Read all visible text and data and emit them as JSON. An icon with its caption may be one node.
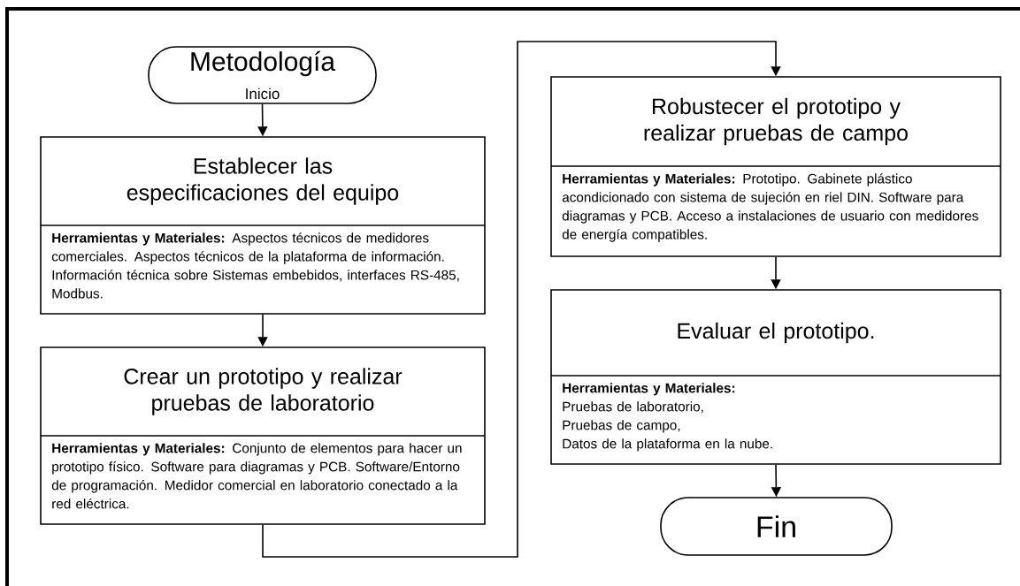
{
  "diagram": {
    "nodes": [
      {
        "text": [
          "Metodología",
          "Inicio"
        ]
      },
      {
        "text": [
          "Establecer las especificaciones del equipo",
          "**Herramientas y Materiales:**  Aspectos técnicos de medidores comerciales. Aspectos técnicos de la plataforma de información. Información técnica sobre Sistemas embebidos, interfaces RS-485, Modbus."
        ]
      },
      {
        "text": [
          "Crear un prototipo y realizar pruebas de laboratorio",
          "**Herramientas y Materiales:** Conjunto de elementos para hacer un prototipo físico. Software para diagramas y PCB. Software/Entorno de programación. Medidor comercial en laboratorio conectado a la red eléctrica."
        ]
      },
      {
        "text": [
          "Robustecer el prototipo y realizar pruebas de campo",
          "**Herramientas y Materiales:** Prototipo. Gabinete plástico acondicionado con sistema de sujeción en riel DIN. Software para diagramas y PCB. Acceso a instalaciones de usuario con medidores de energía compatibles."
        ]
      },
      {
        "text": [
          "Evaluar el prototipo.",
          "**Herramientas y Materiales:**",
          "Pruebas de laboratorio,",
          "Pruebas de campo,",
          "Datos de la plataforma en la nube."
        ]
      },
      {
        "text": [
          "Fin"
        ]
      }
    ],
    "edges": [
      {
        "from": 0,
        "to": 1,
        "arrow": "to"
      },
      {
        "from": 1,
        "to": 2,
        "arrow": "to"
      },
      {
        "from": 2,
        "to": 3,
        "arrow": "to"
      },
      {
        "from": 3,
        "to": 4,
        "arrow": "to"
      },
      {
        "from": 4,
        "to": 5,
        "arrow": "to"
      }
    ]
  }
}
